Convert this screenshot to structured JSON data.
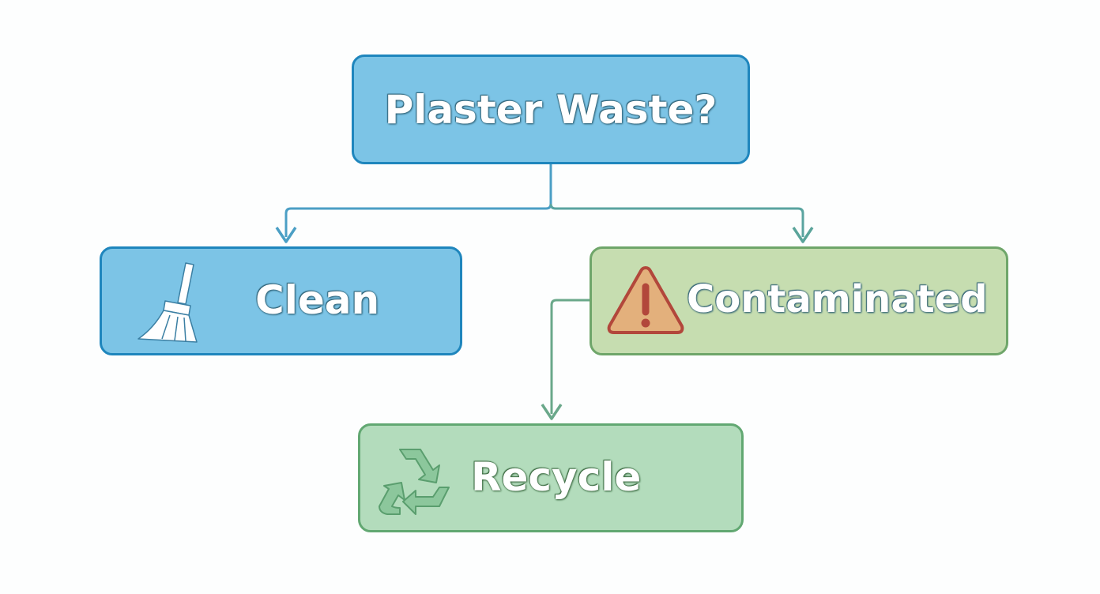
{
  "nodes": {
    "question": {
      "label": "Plaster Waste?"
    },
    "clean": {
      "label": "Clean",
      "icon": "broom-icon"
    },
    "contaminated": {
      "label": "Contaminated",
      "icon": "warning-icon"
    },
    "recycle": {
      "label": "Recycle",
      "icon": "recycle-icon"
    }
  },
  "edges": [
    {
      "from": "Plaster Waste?",
      "to": "Clean"
    },
    {
      "from": "Plaster Waste?",
      "to": "Contaminated"
    },
    {
      "from": "Contaminated",
      "to": "Recycle"
    }
  ],
  "colors": {
    "blue_fill": "#7cc4e6",
    "blue_border": "#1f86bd",
    "olive_fill": "#c6ddb0",
    "green_fill": "#b3dcbc",
    "green_border": "#62a872",
    "connector_blue": "#4b9fc5",
    "connector_green": "#6aa88a"
  }
}
